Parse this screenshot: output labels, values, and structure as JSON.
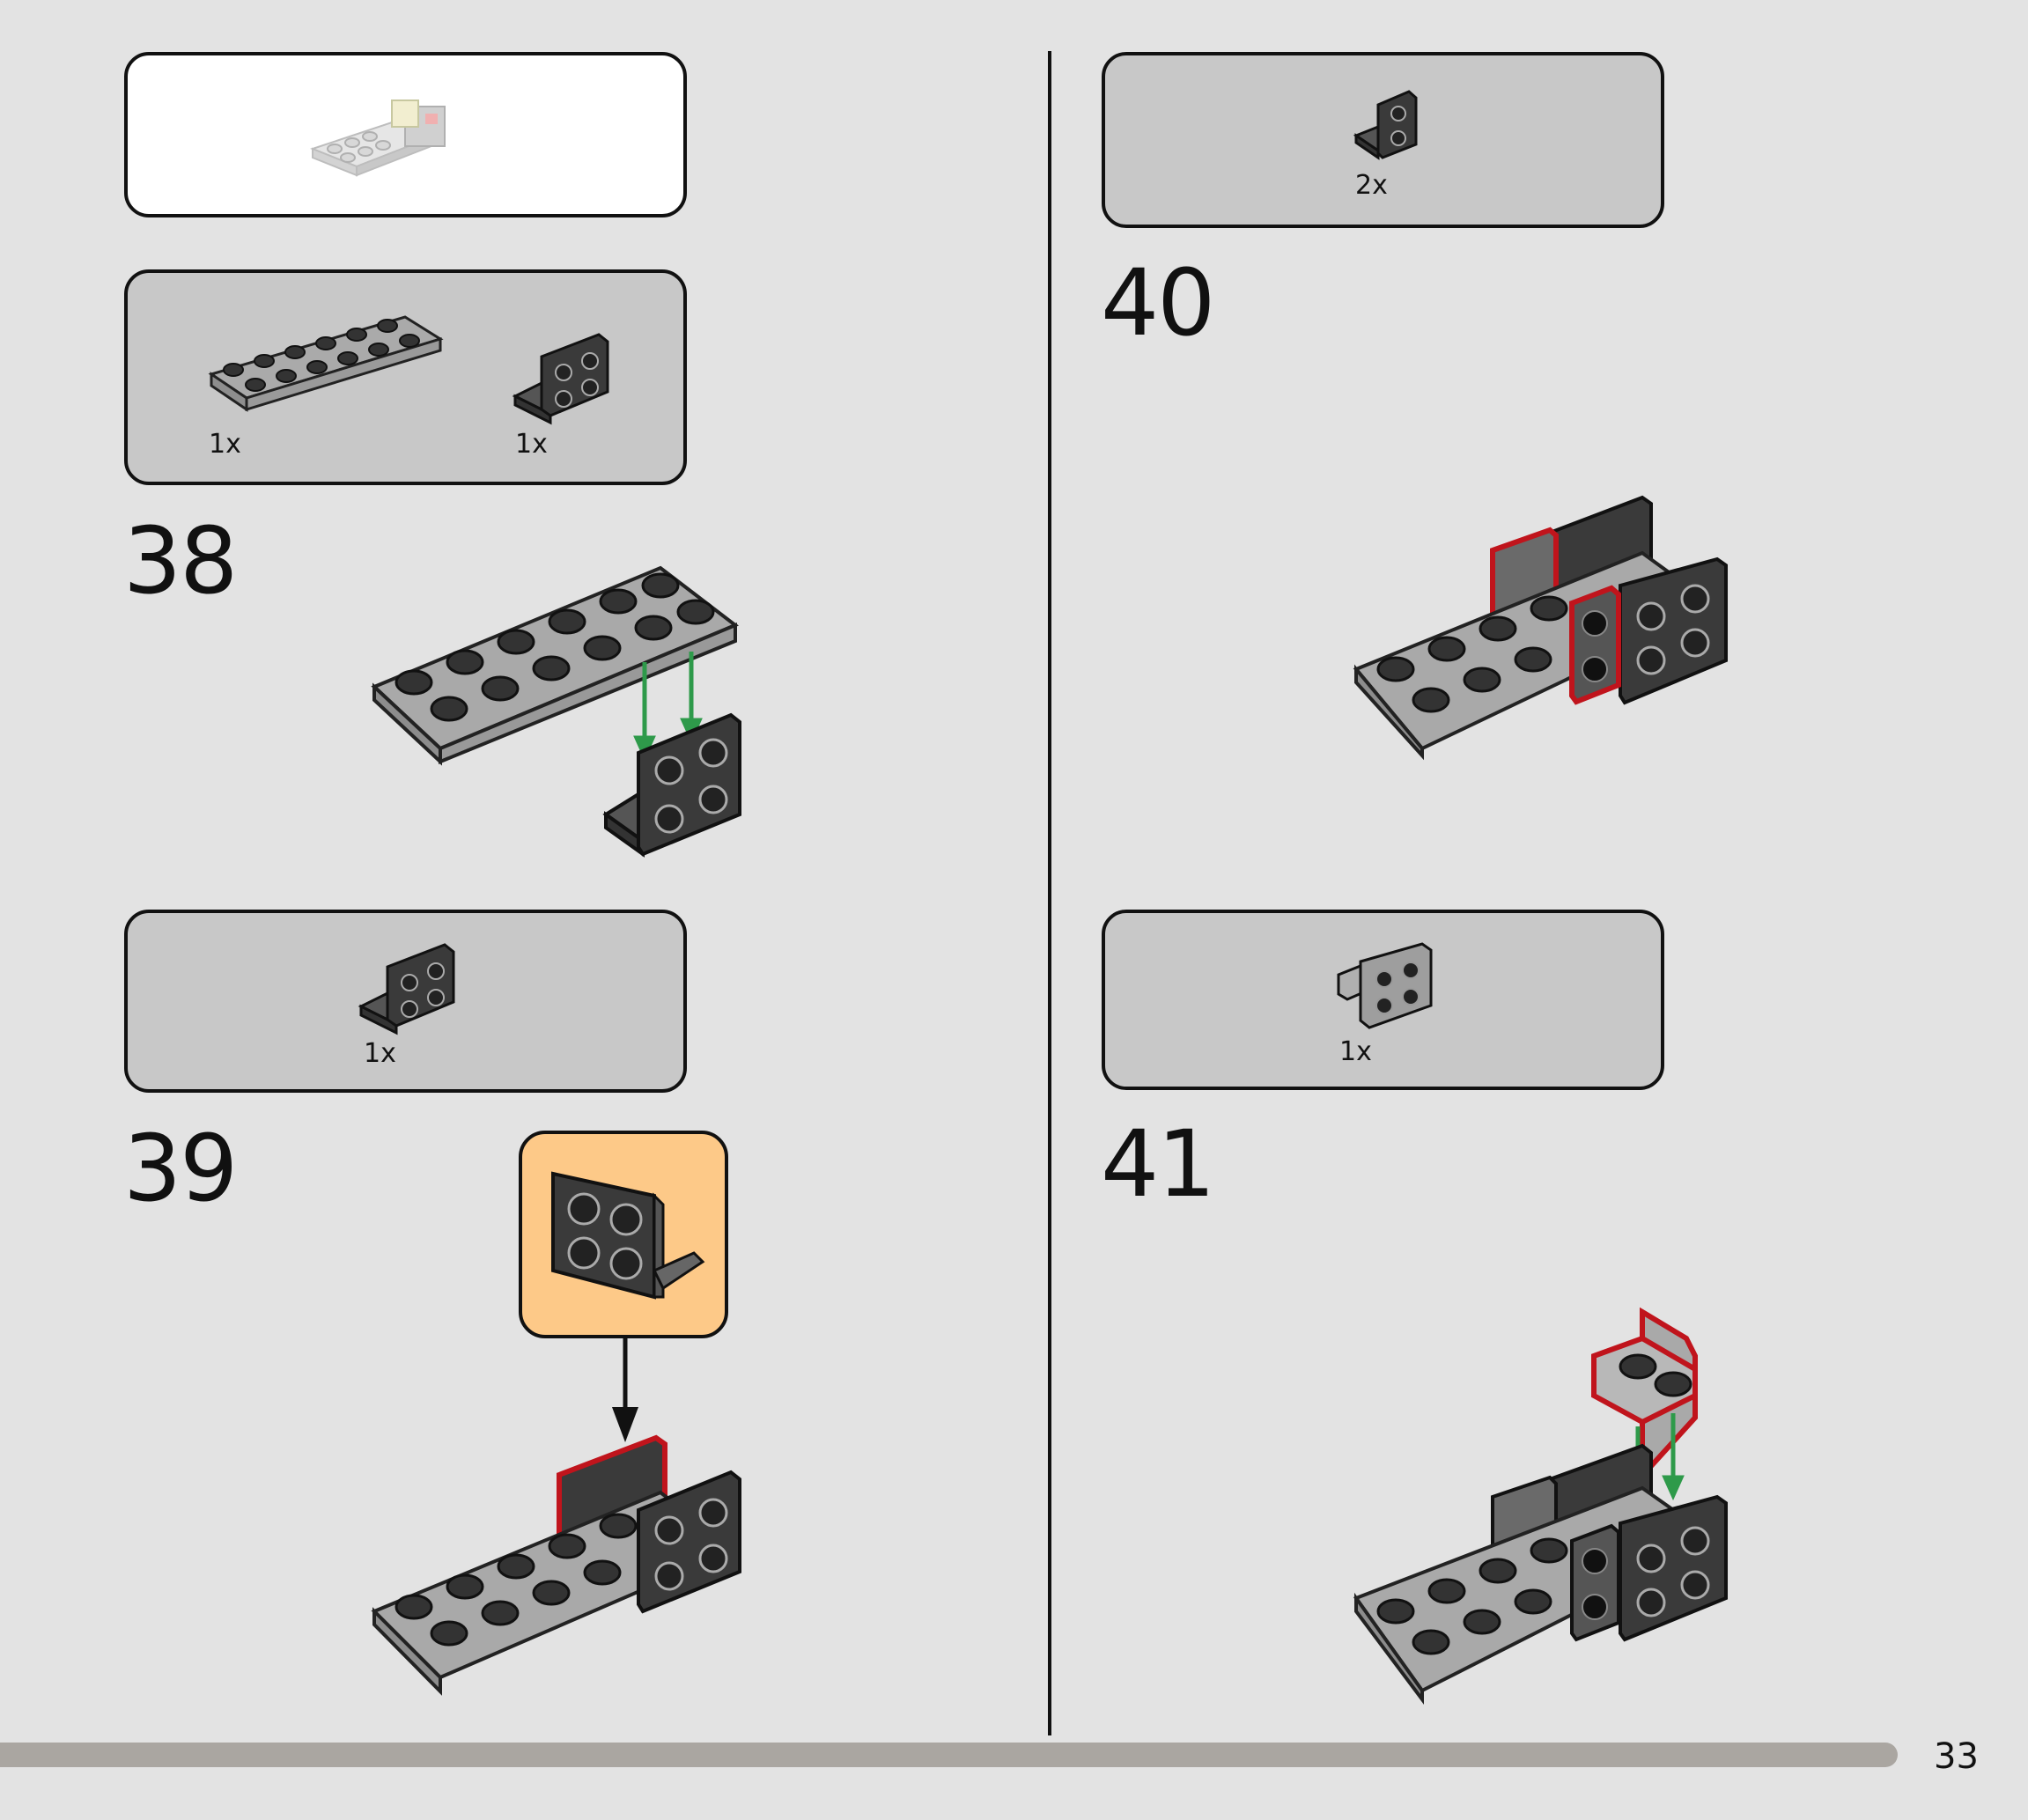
{
  "left": {
    "progress_box": {},
    "step38": {
      "number": "38",
      "parts": [
        {
          "icon": "2x6-plate-icon",
          "qty": "1x"
        },
        {
          "icon": "bracket-2x2-icon",
          "qty": "1x"
        }
      ]
    },
    "step39": {
      "number": "39",
      "parts": [
        {
          "icon": "bracket-2x2-icon",
          "qty": "1x"
        }
      ]
    }
  },
  "right": {
    "step40": {
      "number": "40",
      "parts": [
        {
          "icon": "bracket-1x2-icon",
          "qty": "2x"
        }
      ]
    },
    "step41": {
      "number": "41",
      "parts": [
        {
          "icon": "bracket-2x2-light-icon",
          "qty": "1x"
        }
      ]
    }
  },
  "footer": {
    "page_number": "33"
  },
  "colors": {
    "page_bg": "#e3e3e3",
    "parts_box_bg": "#c8c8c8",
    "callout_bg": "#fdc988",
    "dark_brick": "#3a3a3a",
    "light_brick": "#a8a8a8",
    "highlight_red": "#c0141c",
    "arrow_green": "#2e9a4a",
    "progress_bar": "#aaa6a1"
  }
}
